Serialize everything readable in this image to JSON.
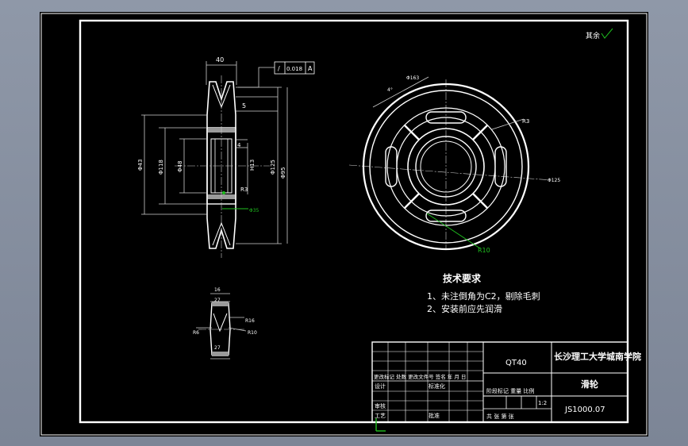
{
  "surface_mark": "其余",
  "tolerance_frame": {
    "symbol": "/",
    "value": "0.018",
    "datum": "A"
  },
  "front_view": {
    "dim_width": "40",
    "dim_slot": "5",
    "dim_4": "4",
    "dim_h13": "H13",
    "dim_dia_a": "Φ95",
    "dim_dia_b": "Φ118",
    "dim_dia_c": "Φ48",
    "dim_dia_d": "Φ125",
    "dim_small_r": "R3",
    "dim_ref": "Φ35",
    "left_dim_a": "Φ43",
    "left_dim_b": "Φ118"
  },
  "side_view": {
    "dim_circle_top": "Φ163",
    "dim_r3": "R3",
    "dim_d125": "Φ125",
    "dim_r10": "R10",
    "dim_angle": "4°"
  },
  "detail_view": {
    "dim_top": "16",
    "dim_mid": "27",
    "dim_bottom": "27",
    "dim_r16": "R16",
    "dim_r10": "R10",
    "dim_r6": "R6"
  },
  "tech_requirements": {
    "title": "技术要求",
    "items": [
      "1、未注倒角为C2，剔除毛刺",
      "2、安装前应先润滑"
    ]
  },
  "title_block": {
    "material": "QT40",
    "school": "长沙理工大学城南学院",
    "part_name": "滑轮",
    "drawing_no": "JS1000.07",
    "scale": "1:2",
    "row_marks": "更改标记 处数 更改文件号 签名 年 月 日",
    "design": "设计",
    "standardize": "标准化",
    "stage_labels": "阶段标记 重量 比例",
    "review": "审核",
    "process": "工艺",
    "approve": "批准",
    "sheets": "共 张 第 张"
  }
}
